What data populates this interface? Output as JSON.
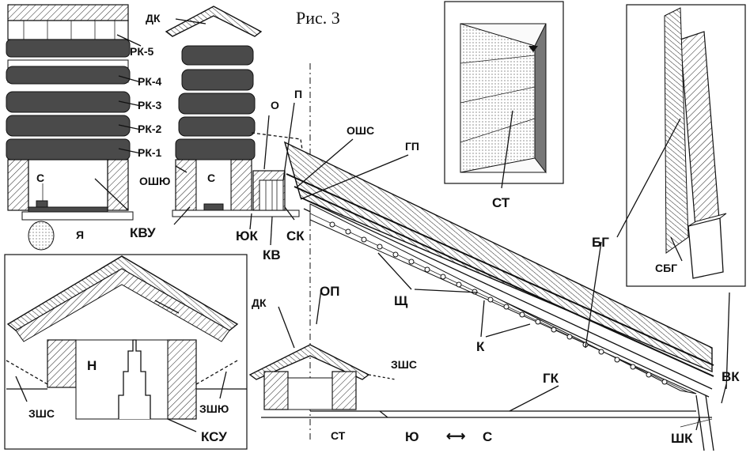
{
  "title": "Рис. 3",
  "labels": {
    "dk_top": "ДК",
    "rk5": "РК-5",
    "rk4": "РК-4",
    "rk3": "РК-3",
    "rk2": "РК-2",
    "rk1": "РК-1",
    "oshyu": "ОШЮ",
    "s_left": "С",
    "s_mid": "С",
    "ya": "Я",
    "kvu": "КВУ",
    "o": "О",
    "p": "П",
    "oshs": "ОШС",
    "gp": "ГП",
    "yuk": "ЮК",
    "kv": "КВ",
    "sk": "СК",
    "st_top": "СТ",
    "bg": "БГ",
    "sbg": "СБГ",
    "dk_bottom": "ДК",
    "op": "ОП",
    "shch": "Щ",
    "k": "К",
    "n": "Н",
    "zshs_left": "ЗШС",
    "zshyu": "ЗШЮ",
    "ksu": "КСУ",
    "zshs_mid": "ЗШС",
    "gk": "ГК",
    "vk": "ВК",
    "st_bottom": "СТ",
    "yu": "Ю",
    "arrow": "⟷",
    "s_dir": "С",
    "shk": "ШК"
  }
}
